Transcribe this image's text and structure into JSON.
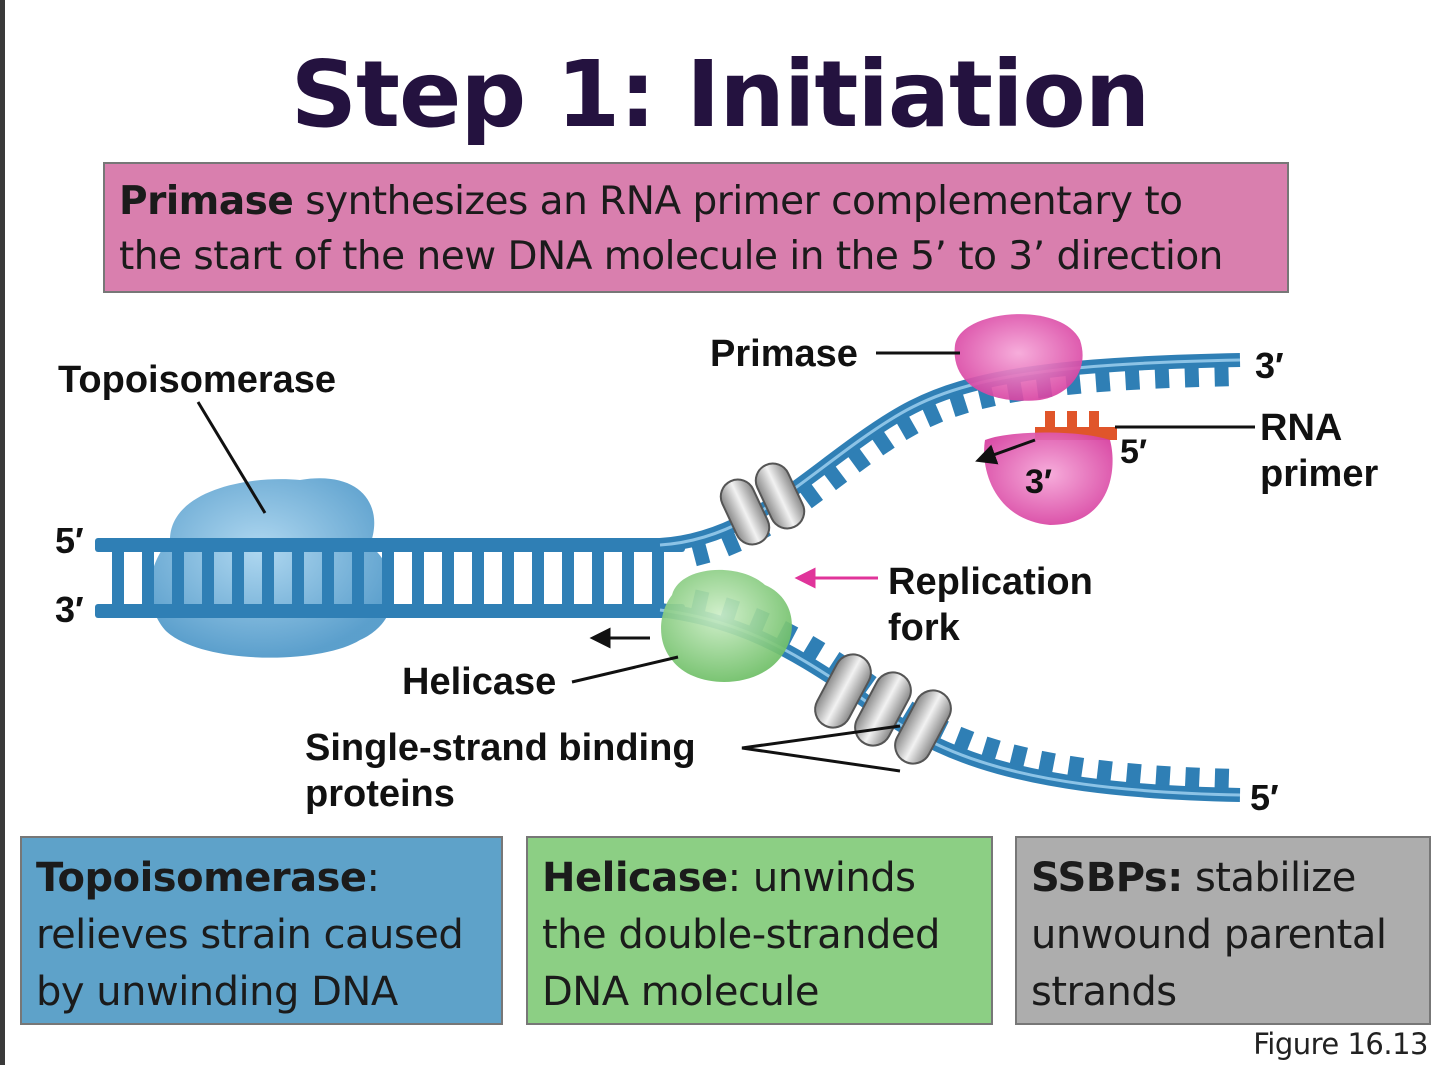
{
  "title": "Step 1: Initiation",
  "primase_box": {
    "term": "Primase",
    "line1_rest": " synthesizes an RNA primer complementary to",
    "line2": "the start of the new DNA molecule in the 5’ to 3’ direction"
  },
  "labels": {
    "topoisomerase": "Topoisomerase",
    "primase": "Primase",
    "helicase": "Helicase",
    "ssbp_line1": "Single-strand binding",
    "ssbp_line2": "proteins",
    "replication_line1": "Replication",
    "replication_line2": "fork",
    "rna_line1": "RNA",
    "rna_line2": "primer",
    "left_5": "5′",
    "left_3": "3′",
    "top_right_3": "3′",
    "primer_5": "5′",
    "primer_3": "3′",
    "bottom_right_5": "5′"
  },
  "boxes": {
    "topoisomerase": {
      "term": "Topoisomerase",
      "colon": ":",
      "line1_rest": "",
      "line2": "relieves strain caused",
      "line3": "by unwinding DNA"
    },
    "helicase": {
      "term": "Helicase",
      "line1_rest": ": unwinds",
      "line2": "the double-stranded",
      "line3": "DNA molecule"
    },
    "ssbps": {
      "term": "SSBPs:",
      "line1_rest": " stabilize",
      "line2": "unwound parental",
      "line3": "strands"
    }
  },
  "figure_label": "Figure 16.13",
  "colors": {
    "title": "#24123f",
    "primase_box": "#d97fae",
    "topo_box": "#5ea2c9",
    "helicase_box": "#8ccf84",
    "ssbp_box": "#adadad",
    "dna": "#2f7fb5",
    "primase_enzyme": "#e462b4",
    "helicase_enzyme": "#8fd18a",
    "topo_enzyme": "#6db3dc",
    "rna_primer": "#e0552a",
    "fork_arrow": "#e0349a"
  }
}
